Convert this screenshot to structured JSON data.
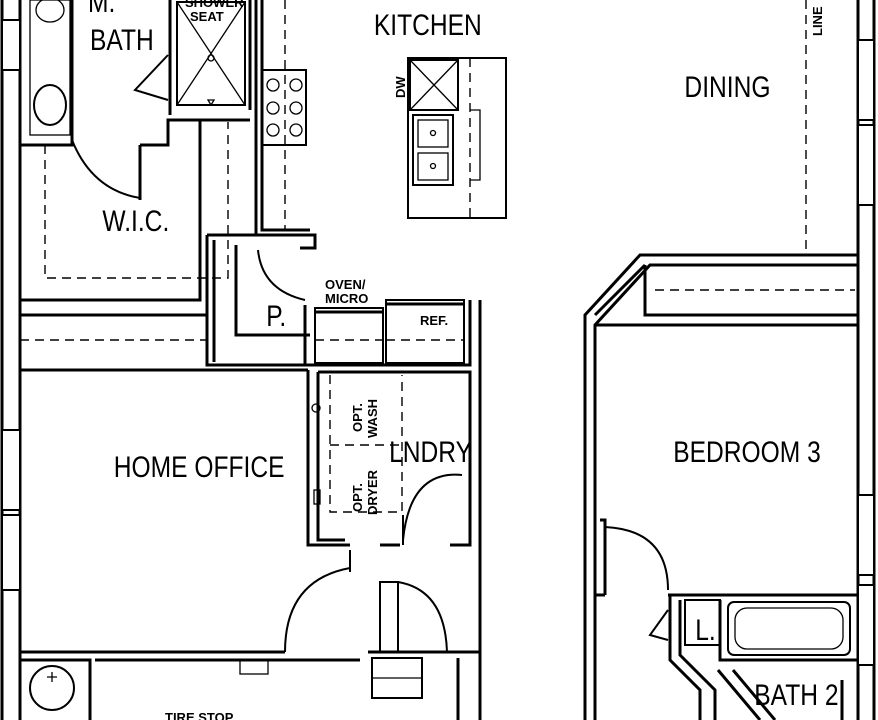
{
  "rooms": {
    "m_bath_line1": "M.",
    "m_bath_line2": "BATH",
    "shower_line1": "SHOWER",
    "shower_line2": "SEAT",
    "kitchen": "KITCHEN",
    "dining": "DINING",
    "line": "LINE",
    "dw": "DW",
    "wic": "W.I.C.",
    "pantry": "P.",
    "oven_line1": "OVEN/",
    "oven_line2": "MICRO",
    "ref": "REF.",
    "home_office": "HOME OFFICE",
    "lndry": "LNDRY",
    "opt_wash_line1": "OPT.",
    "opt_wash_line2": "WASH",
    "opt_dryer_line1": "OPT.",
    "opt_dryer_line2": "DRYER",
    "bedroom3": "BEDROOM 3",
    "linen": "L.",
    "bath2": "BATH 2",
    "tire_stop": "TIRE STOP"
  }
}
